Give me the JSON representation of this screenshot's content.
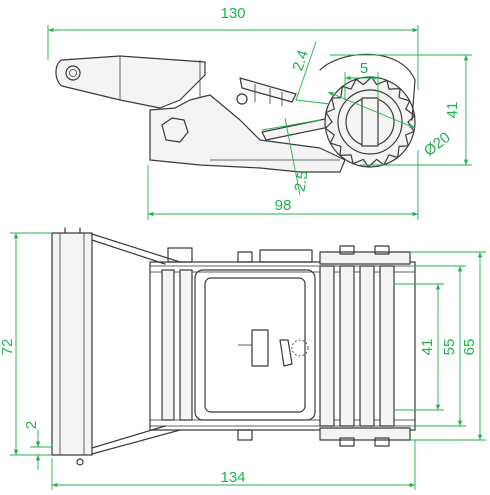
{
  "dimensions": {
    "top_width": "130",
    "top_height": "41",
    "top_base": "98",
    "tooth_gap": "5",
    "pawl_thickness_upper": "2.4",
    "pawl_thickness_lower": "2.5",
    "spindle_diameter": "Ø20",
    "bottom_width": "134",
    "bottom_height": "72",
    "strap_inner": "41",
    "inner_span": "55",
    "outer_span": "65",
    "frame_thickness": "2"
  },
  "colors": {
    "dimension": "#22b14c",
    "outline": "#3a3a3a"
  }
}
